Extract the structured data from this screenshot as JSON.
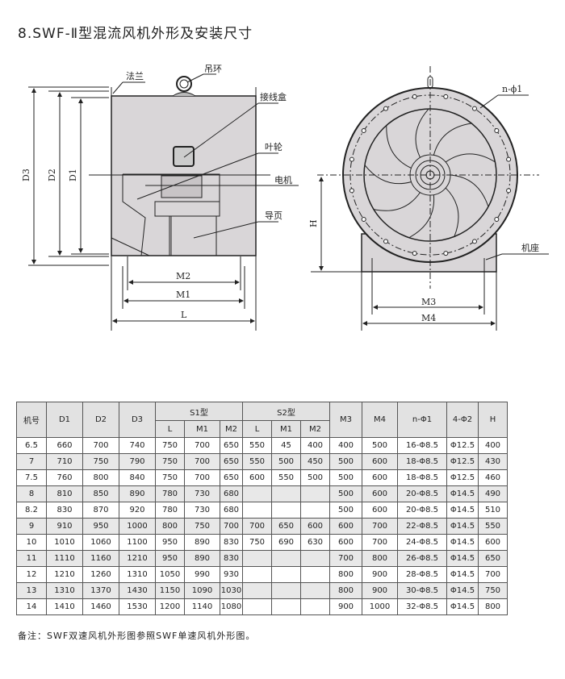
{
  "title": "8.SWF-Ⅱ型混流风机外形及安装尺寸",
  "drawing": {
    "side_view_labels": {
      "flange": "法兰",
      "lifting_ring": "吊环",
      "junction_box": "接线盒",
      "impeller": "叶轮",
      "motor": "电机",
      "guide_vane": "导页",
      "D1": "D1",
      "D2": "D2",
      "D3": "D3",
      "M1": "M1",
      "M2": "M2",
      "L": "L"
    },
    "front_view_labels": {
      "holes": "n-ϕ1",
      "base": "机座",
      "H": "H",
      "M3": "M3",
      "M4": "M4"
    }
  },
  "table": {
    "headers": {
      "model": "机号",
      "D1": "D1",
      "D2": "D2",
      "D3": "D3",
      "S1": "S1型",
      "S2": "S2型",
      "L": "L",
      "M1": "M1",
      "M2": "M2",
      "M3": "M3",
      "M4": "M4",
      "nphi1": "n-Φ1",
      "phi2": "4-Φ2",
      "H": "H"
    },
    "rows": [
      [
        "6.5",
        "660",
        "700",
        "740",
        "750",
        "700",
        "650",
        "550",
        "45",
        "400",
        "400",
        "500",
        "16-Φ8.5",
        "Φ12.5",
        "400"
      ],
      [
        "7",
        "710",
        "750",
        "790",
        "750",
        "700",
        "650",
        "550",
        "500",
        "450",
        "500",
        "600",
        "18-Φ8.5",
        "Φ12.5",
        "430"
      ],
      [
        "7.5",
        "760",
        "800",
        "840",
        "750",
        "700",
        "650",
        "600",
        "550",
        "500",
        "500",
        "600",
        "18-Φ8.5",
        "Φ12.5",
        "460"
      ],
      [
        "8",
        "810",
        "850",
        "890",
        "780",
        "730",
        "680",
        "",
        "",
        "",
        "500",
        "600",
        "20-Φ8.5",
        "Φ14.5",
        "490"
      ],
      [
        "8.2",
        "830",
        "870",
        "920",
        "780",
        "730",
        "680",
        "",
        "",
        "",
        "500",
        "600",
        "20-Φ8.5",
        "Φ14.5",
        "510"
      ],
      [
        "9",
        "910",
        "950",
        "1000",
        "800",
        "750",
        "700",
        "700",
        "650",
        "600",
        "600",
        "700",
        "22-Φ8.5",
        "Φ14.5",
        "550"
      ],
      [
        "10",
        "1010",
        "1060",
        "1100",
        "950",
        "890",
        "830",
        "750",
        "690",
        "630",
        "600",
        "700",
        "24-Φ8.5",
        "Φ14.5",
        "600"
      ],
      [
        "11",
        "1110",
        "1160",
        "1210",
        "950",
        "890",
        "830",
        "",
        "",
        "",
        "700",
        "800",
        "26-Φ8.5",
        "Φ14.5",
        "650"
      ],
      [
        "12",
        "1210",
        "1260",
        "1310",
        "1050",
        "990",
        "930",
        "",
        "",
        "",
        "800",
        "900",
        "28-Φ8.5",
        "Φ14.5",
        "700"
      ],
      [
        "13",
        "1310",
        "1370",
        "1430",
        "1150",
        "1090",
        "1030",
        "",
        "",
        "",
        "800",
        "900",
        "30-Φ8.5",
        "Φ14.5",
        "750"
      ],
      [
        "14",
        "1410",
        "1460",
        "1530",
        "1200",
        "1140",
        "1080",
        "",
        "",
        "",
        "900",
        "1000",
        "32-Φ8.5",
        "Φ14.5",
        "800"
      ]
    ]
  },
  "note": "备注：SWF双速风机外形图参照SWF单速风机外形图。"
}
